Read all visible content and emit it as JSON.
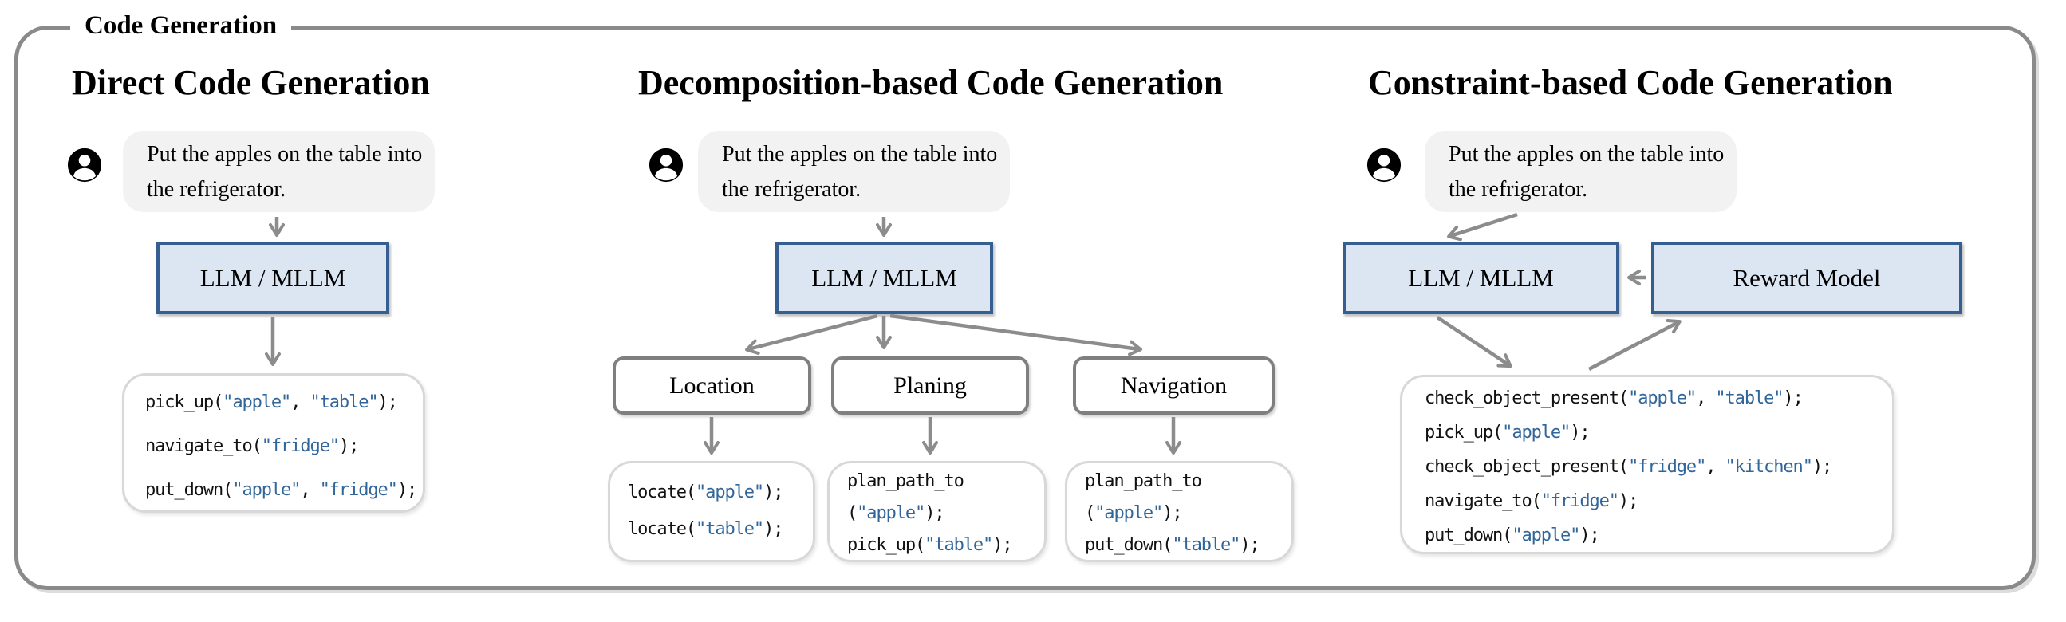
{
  "frame_title": "Code Generation",
  "user_prompt": [
    "Put the apples on the table into",
    "the refrigerator."
  ],
  "columns": {
    "direct": {
      "heading": "Direct Code Generation",
      "model_label": "LLM / MLLM"
    },
    "decomposition": {
      "heading": "Decomposition-based Code Generation",
      "model_label": "LLM / MLLM",
      "subtasks": [
        "Location",
        "Planing",
        "Navigation"
      ]
    },
    "constraint": {
      "heading": "Constraint-based Code Generation",
      "model_label": "LLM / MLLM",
      "reward_label": "Reward Model"
    }
  },
  "code": {
    "direct": [
      [
        [
          "pick_up(",
          "k"
        ],
        [
          "\"apple\"",
          "s"
        ],
        [
          ", ",
          "k"
        ],
        [
          "\"table\"",
          "s"
        ],
        [
          ");",
          "k"
        ]
      ],
      [
        [
          "navigate_to(",
          "k"
        ],
        [
          "\"fridge\"",
          "s"
        ],
        [
          ");",
          "k"
        ]
      ],
      [
        [
          "put_down(",
          "k"
        ],
        [
          "\"apple\"",
          "s"
        ],
        [
          ", ",
          "k"
        ],
        [
          "\"fridge\"",
          "s"
        ],
        [
          ");",
          "k"
        ]
      ]
    ],
    "location": [
      [
        [
          "locate(",
          "k"
        ],
        [
          "\"apple\"",
          "s"
        ],
        [
          ");",
          "k"
        ]
      ],
      [
        [
          "locate(",
          "k"
        ],
        [
          "\"table\"",
          "s"
        ],
        [
          ");",
          "k"
        ]
      ]
    ],
    "planing": [
      [
        [
          "plan_path_to",
          "k"
        ]
      ],
      [
        [
          "(",
          "k"
        ],
        [
          "\"apple\"",
          "s"
        ],
        [
          ");",
          "k"
        ]
      ],
      [
        [
          "pick_up(",
          "k"
        ],
        [
          "\"table\"",
          "s"
        ],
        [
          ");",
          "k"
        ]
      ]
    ],
    "navigation": [
      [
        [
          "plan_path_to",
          "k"
        ]
      ],
      [
        [
          "(",
          "k"
        ],
        [
          "\"apple\"",
          "s"
        ],
        [
          ");",
          "k"
        ]
      ],
      [
        [
          "put_down(",
          "k"
        ],
        [
          "\"table\"",
          "s"
        ],
        [
          ");",
          "k"
        ]
      ]
    ],
    "constraint": [
      [
        [
          "check_object_present(",
          "k"
        ],
        [
          "\"apple\"",
          "s"
        ],
        [
          ", ",
          "k"
        ],
        [
          "\"table\"",
          "s"
        ],
        [
          ");",
          "k"
        ]
      ],
      [
        [
          "pick_up(",
          "k"
        ],
        [
          "\"apple\"",
          "s"
        ],
        [
          ");",
          "k"
        ]
      ],
      [
        [
          "check_object_present(",
          "k"
        ],
        [
          "\"fridge\"",
          "s"
        ],
        [
          ", ",
          "k"
        ],
        [
          "\"kitchen\"",
          "s"
        ],
        [
          ");",
          "k"
        ]
      ],
      [
        [
          "navigate_to(",
          "k"
        ],
        [
          "\"fridge\"",
          "s"
        ],
        [
          ");",
          "k"
        ]
      ],
      [
        [
          "put_down(",
          "k"
        ],
        [
          "\"apple\"",
          "s"
        ],
        [
          ");",
          "k"
        ]
      ]
    ]
  },
  "colors": {
    "frame_border": "#8a8a8a",
    "model_box_fill": "#dce6f2",
    "model_box_border": "#365f91",
    "subtask_border": "#7f7f7f",
    "code_box_border": "#d8d8d8",
    "bubble_fill": "#f2f2f2",
    "arrow": "#8c8c8c",
    "code_text": "#111111",
    "code_string": "#31669b"
  }
}
